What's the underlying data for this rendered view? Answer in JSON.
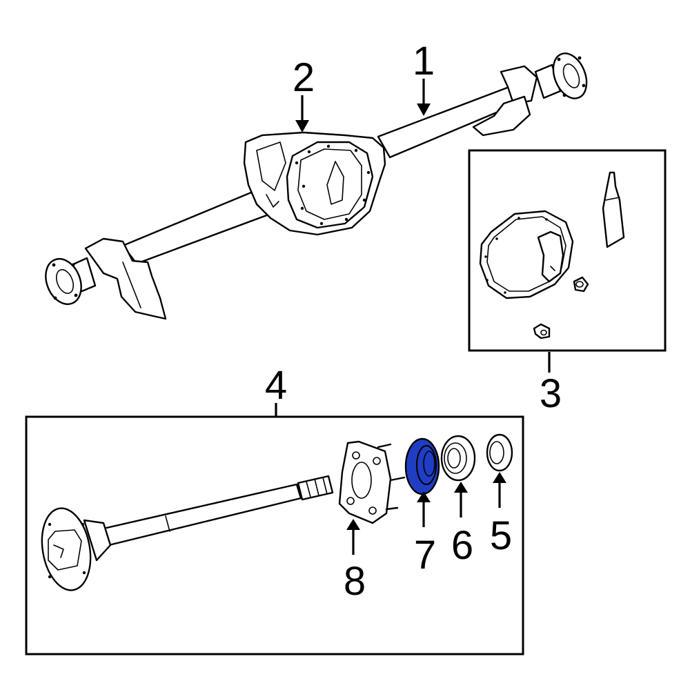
{
  "callouts": [
    {
      "id": "1",
      "label": "1"
    },
    {
      "id": "2",
      "label": "2"
    },
    {
      "id": "3",
      "label": "3"
    },
    {
      "id": "4",
      "label": "4"
    },
    {
      "id": "5",
      "label": "5"
    },
    {
      "id": "6",
      "label": "6"
    },
    {
      "id": "7",
      "label": "7"
    },
    {
      "id": "8",
      "label": "8"
    }
  ],
  "highlight": {
    "part": "7",
    "color": "#1f3ec4"
  }
}
